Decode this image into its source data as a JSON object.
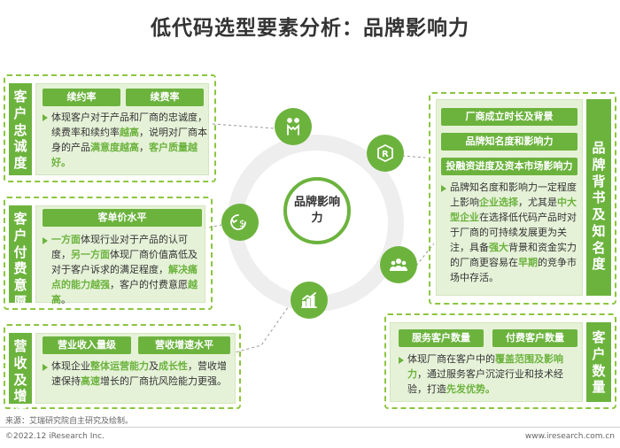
{
  "title": "低代码选型要素分析：品牌影响力",
  "center_label": "品牌影响力",
  "panels": {
    "loyalty": {
      "label": "客户忠诚度",
      "tags": [
        "续约率",
        "续费率"
      ],
      "text": [
        {
          "t": "体现客户对于产品和厂商的忠诚度，续费率和续约率"
        },
        {
          "t": "越高",
          "g": true
        },
        {
          "t": "，说明对厂商本身的产品"
        },
        {
          "t": "满意度越高",
          "g": true
        },
        {
          "t": "，"
        },
        {
          "t": "客户质量越好。",
          "g": true
        }
      ]
    },
    "payment": {
      "label": "客户付费意愿",
      "tags": [
        "客单价水平"
      ],
      "text": [
        {
          "t": "一方面",
          "g": true
        },
        {
          "t": "体现行业对于产品的认可度，"
        },
        {
          "t": "另一方面",
          "g": true
        },
        {
          "t": "体现厂商价值高低及对于客户诉求的满足程度，"
        },
        {
          "t": "解决痛点的能力越强",
          "g": true
        },
        {
          "t": "，客户的付费意愿"
        },
        {
          "t": "越高",
          "g": true
        },
        {
          "t": "。"
        }
      ]
    },
    "growth": {
      "label": "营收及增速",
      "tags": [
        "营业收入量级",
        "营收增速水平"
      ],
      "text": [
        {
          "t": "体现企业"
        },
        {
          "t": "整体运营能力",
          "g": true
        },
        {
          "t": "及"
        },
        {
          "t": "成长性",
          "g": true
        },
        {
          "t": "，营收增速保持"
        },
        {
          "t": "高速",
          "g": true
        },
        {
          "t": "增长的厂商抗风险能力更强。"
        }
      ]
    },
    "brand": {
      "label": "品牌背书及知名度",
      "tags": [
        "厂商成立时长及背景",
        "品牌知名度和影响力",
        "投融资进度及资本市场影响力"
      ],
      "text": [
        {
          "t": "品牌知名度和影响力一定程度上影响"
        },
        {
          "t": "企业选择",
          "g": true
        },
        {
          "t": "，尤其是"
        },
        {
          "t": "中大型企业",
          "g": true
        },
        {
          "t": "在选择低代码产品时对于厂商的可持续发展更为关注，具备"
        },
        {
          "t": "强大",
          "g": true
        },
        {
          "t": "背景和资金实力的厂商更容易在"
        },
        {
          "t": "早期",
          "g": true
        },
        {
          "t": "的竞争市场中存活。"
        }
      ]
    },
    "customers": {
      "label": "客户数量",
      "tags": [
        "服务客户数量",
        "付费客户数量"
      ],
      "text": [
        {
          "t": "体现厂商在客户中的"
        },
        {
          "t": "覆盖范围及影响力",
          "g": true
        },
        {
          "t": "，通过服务客户沉淀行业和技术经验，打造"
        },
        {
          "t": "先发优势。",
          "g": true
        }
      ]
    }
  },
  "icons": [
    "loyalty-handshake-icon",
    "payment-dollar-icon",
    "growth-chart-icon",
    "brand-r-icon",
    "customers-group-icon"
  ],
  "source": "来源：艾瑞研究院自主研究及绘制。",
  "copyright": "©2022.12 iResearch Inc.",
  "website": "www.iresearch.com.cn",
  "colors": {
    "accent": "#6cb33e",
    "box": "#e6f2d8",
    "frame": "#8cc63f",
    "ring": "#eeeeee"
  }
}
